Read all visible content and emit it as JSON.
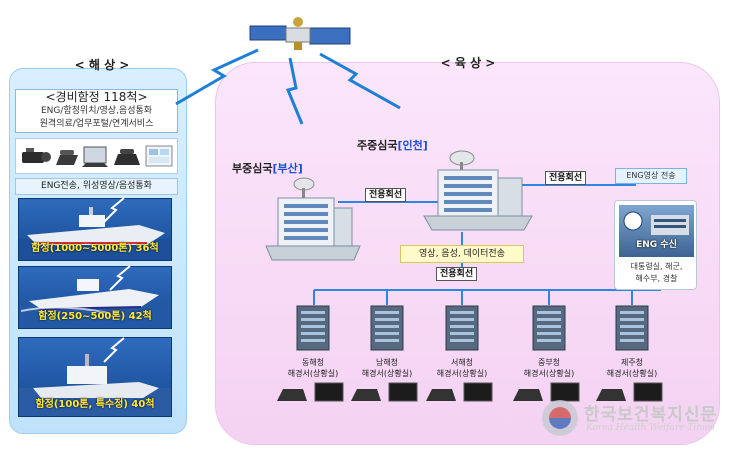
{
  "sea": {
    "title": "< 해 상 >",
    "patrol_title": "<경비함정 118척>",
    "patrol_line1": "ENG/함정위치/영상,음성통화",
    "patrol_line2": "원격의료/업무포털/연계서비스",
    "eng_label": "ENG전송, 위성영상/음성통화",
    "ships": [
      {
        "label": "함정(1000~5000톤) 36척"
      },
      {
        "label": "함정(250~500톤)  42척"
      },
      {
        "label": "함정(100톤, 특수정)  40척"
      }
    ]
  },
  "land": {
    "title": "< 육 상 >",
    "main_hq_prefix": "주중심국",
    "main_hq_city": "[인천]",
    "sub_hq_prefix": "부중심국",
    "sub_hq_city": "[부산]",
    "dedicated_line": "전용회선",
    "data_transfer": "영상, 음성, 데이터전송",
    "eng_video": "ENG영상 전송",
    "receive_title": "ENG 수신",
    "receive_line1": "대통령실, 해군,",
    "receive_line2": "해수부, 경찰"
  },
  "branches": [
    {
      "line1": "동해청",
      "line2": "해경서(상황실)"
    },
    {
      "line1": "남해청",
      "line2": "해경서(상황실)"
    },
    {
      "line1": "서해청",
      "line2": "해경서(상황실)"
    },
    {
      "line1": "중부청",
      "line2": "해경서(상황실)"
    },
    {
      "line1": "제주청",
      "line2": "해경서(상황실)"
    }
  ],
  "watermark": {
    "title": "한국보건복지신문",
    "subtitle": "Korea Health Welfare Times"
  },
  "colors": {
    "sea_panel": "#c8e7fd",
    "land_panel": "#f8dcf6",
    "link": "#2e86de",
    "highlight": "#1b4fd6"
  }
}
